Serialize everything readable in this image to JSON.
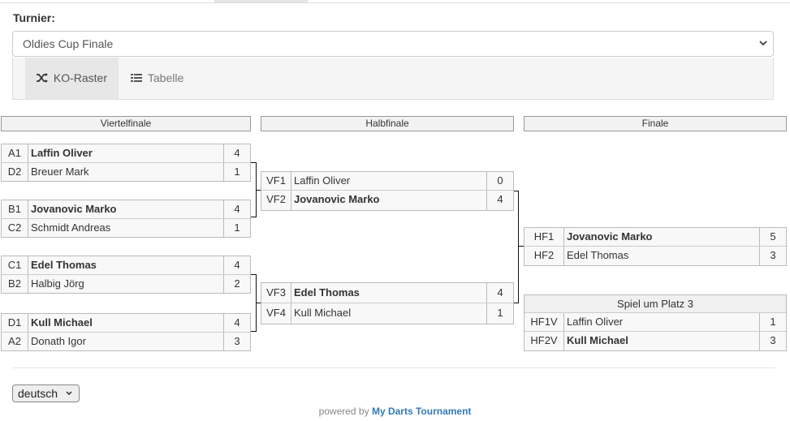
{
  "tournament": {
    "label": "Turnier:",
    "selected": "Oldies Cup Finale"
  },
  "view_tabs": {
    "ko_label": "KO-Raster",
    "table_label": "Tabelle"
  },
  "rounds": {
    "r1": "Viertelfinale",
    "r2": "Halbfinale",
    "r3": "Finale"
  },
  "quarterfinals": [
    {
      "p1": {
        "seed": "A1",
        "name": "Laffin Oliver",
        "score": "4",
        "win": true
      },
      "p2": {
        "seed": "D2",
        "name": "Breuer Mark",
        "score": "1",
        "win": false
      }
    },
    {
      "p1": {
        "seed": "B1",
        "name": "Jovanovic Marko",
        "score": "4",
        "win": true
      },
      "p2": {
        "seed": "C2",
        "name": "Schmidt Andreas",
        "score": "1",
        "win": false
      }
    },
    {
      "p1": {
        "seed": "C1",
        "name": "Edel Thomas",
        "score": "4",
        "win": true
      },
      "p2": {
        "seed": "B2",
        "name": "Halbig Jörg",
        "score": "2",
        "win": false
      }
    },
    {
      "p1": {
        "seed": "D1",
        "name": "Kull Michael",
        "score": "4",
        "win": true
      },
      "p2": {
        "seed": "A2",
        "name": "Donath Igor",
        "score": "3",
        "win": false
      }
    }
  ],
  "semifinals": [
    {
      "p1": {
        "seed": "VF1",
        "name": "Laffin Oliver",
        "score": "0",
        "win": false
      },
      "p2": {
        "seed": "VF2",
        "name": "Jovanovic Marko",
        "score": "4",
        "win": true
      }
    },
    {
      "p1": {
        "seed": "VF3",
        "name": "Edel Thomas",
        "score": "4",
        "win": true
      },
      "p2": {
        "seed": "VF4",
        "name": "Kull Michael",
        "score": "1",
        "win": false
      }
    }
  ],
  "final": {
    "p1": {
      "seed": "HF1",
      "name": "Jovanovic Marko",
      "score": "5",
      "win": true
    },
    "p2": {
      "seed": "HF2",
      "name": "Edel Thomas",
      "score": "3",
      "win": false
    }
  },
  "third_place": {
    "title": "Spiel um Platz 3",
    "p1": {
      "seed": "HF1V",
      "name": "Laffin Oliver",
      "score": "1",
      "win": false
    },
    "p2": {
      "seed": "HF2V",
      "name": "Kull Michael",
      "score": "3",
      "win": true
    }
  },
  "language": {
    "selected": "deutsch"
  },
  "footer": {
    "prefix": "powered by",
    "brand": "My Darts Tournament"
  }
}
